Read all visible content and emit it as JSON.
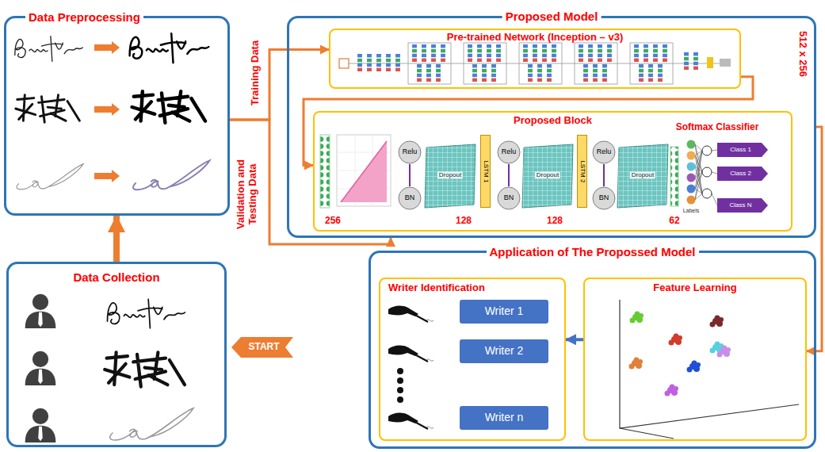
{
  "diagram": {
    "nodes": [
      {
        "text": [
          "Data Preprocessing"
        ]
      },
      {
        "text": [
          "Proposed Model"
        ]
      },
      {
        "text": [
          "Pre-trained Network (Inception – v3)"
        ],
        "in": 1
      },
      {
        "text": [
          "Proposed Block"
        ],
        "in": 1
      },
      {
        "text": [
          "Relu"
        ],
        "in": 3
      },
      {
        "text": [
          "BN"
        ],
        "in": 3
      },
      {
        "text": [
          "LSTM 1"
        ],
        "in": 3
      },
      {
        "text": [
          "Relu"
        ],
        "in": 3
      },
      {
        "text": [
          "BN"
        ],
        "in": 3
      },
      {
        "text": [
          "LSTM 2"
        ],
        "in": 3
      },
      {
        "text": [
          "Relu"
        ],
        "in": 3
      },
      {
        "text": [
          "BN"
        ],
        "in": 3
      },
      {
        "text": [
          "Class 1"
        ],
        "in": 3
      },
      {
        "text": [
          "Class 2"
        ],
        "in": 3
      },
      {
        "text": [
          "Class N"
        ],
        "in": 3
      },
      {
        "text": [
          "Application of The Propossed Model"
        ]
      },
      {
        "text": [
          "Writer Identification"
        ],
        "in": 15
      },
      {
        "text": [
          "Writer 1"
        ],
        "in": 16
      },
      {
        "text": [
          "Writer 2"
        ],
        "in": 16
      },
      {
        "text": [
          "Writer n"
        ],
        "in": 16
      },
      {
        "text": [
          "Feature Learning"
        ],
        "in": 15
      },
      {
        "text": [
          "Data Collection"
        ]
      },
      {
        "text": [
          "START"
        ]
      }
    ],
    "edges": [
      {
        "from": 0,
        "to": 2,
        "arrow": "to",
        "label": "Training Data"
      },
      {
        "from": 0,
        "to": 1,
        "arrow": "to",
        "label": "Validation and Testing Data"
      },
      {
        "from": 2,
        "to": 3,
        "arrow": "to"
      },
      {
        "from": 4,
        "to": 5,
        "arrow": "none"
      },
      {
        "from": 7,
        "to": 8,
        "arrow": "none"
      },
      {
        "from": 10,
        "to": 11,
        "arrow": "none"
      },
      {
        "from": 1,
        "to": 20,
        "arrow": "to"
      },
      {
        "from": 20,
        "to": 16,
        "arrow": "to"
      },
      {
        "from": 21,
        "to": 0,
        "arrow": "to"
      }
    ],
    "labels": [
      "512 x 256",
      "256",
      "128",
      "128",
      "62",
      "Softmax Classifier",
      "Dropout",
      "Dropout",
      "Dropout",
      "Labels"
    ]
  }
}
